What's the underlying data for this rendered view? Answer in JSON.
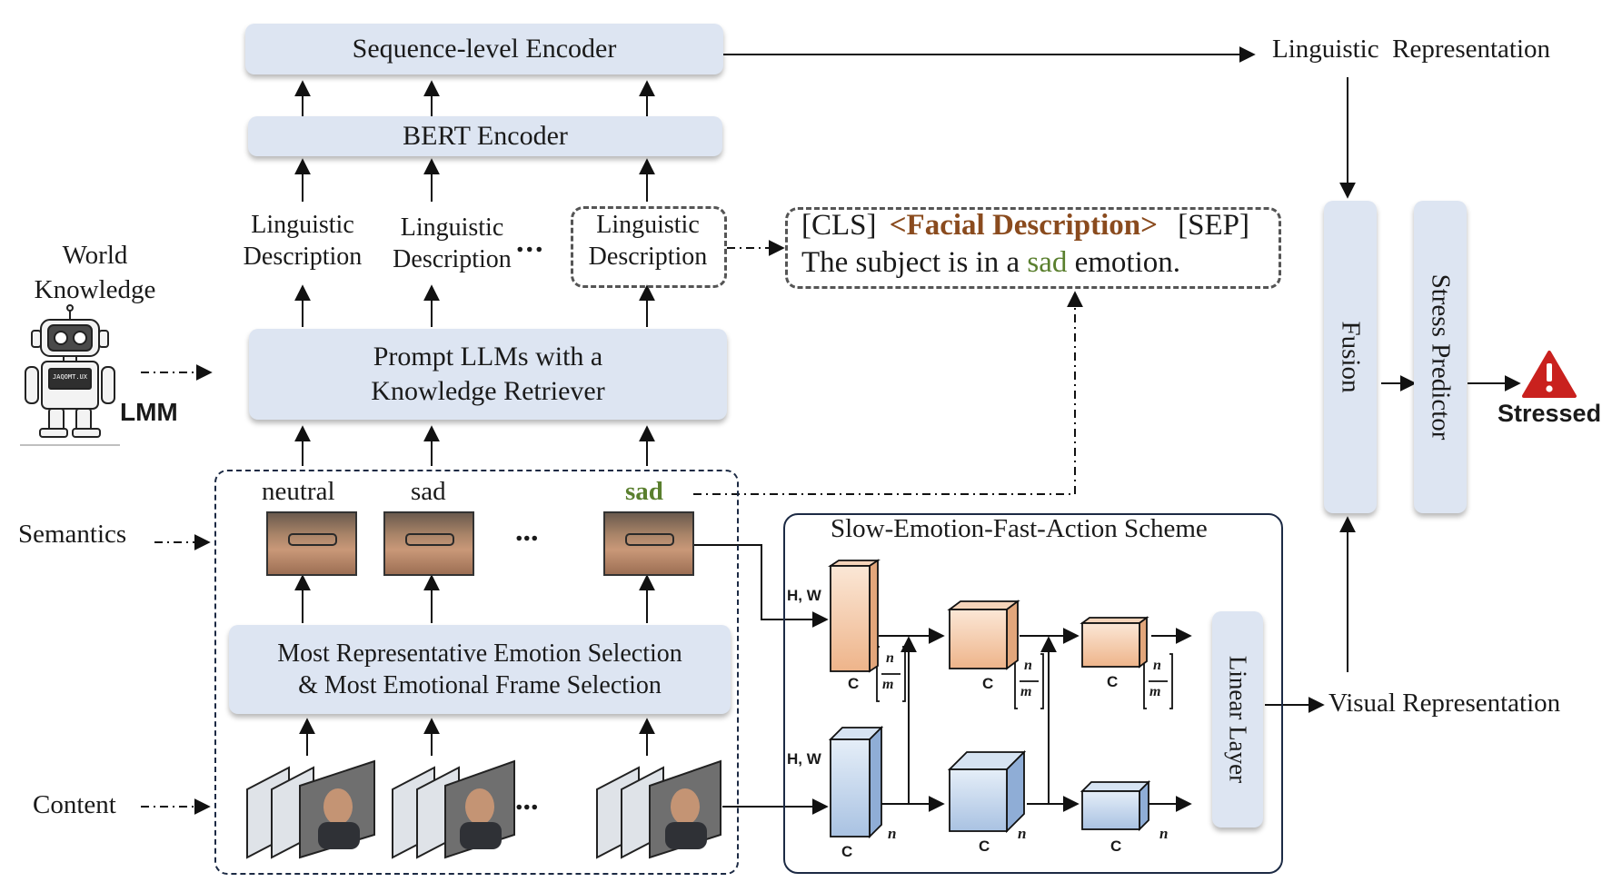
{
  "encoders": {
    "sequence": "Sequence-level Encoder",
    "bert": "BERT Encoder"
  },
  "linguistic_desc": {
    "line1": "Linguistic",
    "line2": "Description",
    "ellipsis": "..."
  },
  "template": {
    "cls": "[CLS]",
    "facial": "<Facial Description>",
    "sep": "[SEP]",
    "sentence_pre": "The subject is in a",
    "sentence_word": "sad",
    "sentence_post": "emotion."
  },
  "world_knowledge": {
    "line1": "World",
    "line2": "Knowledge",
    "lmm": "LMM",
    "robot_screen": "JAQOMT.UX"
  },
  "prompt_box": {
    "line1": "Prompt LLMs with a",
    "line2": "Knowledge Retriever"
  },
  "semantics_label": "Semantics",
  "content_label": "Content",
  "emotion_labels": [
    "neutral",
    "sad",
    "sad"
  ],
  "selection_box": {
    "line1": "Most Representative Emotion Selection",
    "line2": "& Most Emotional Frame Selection"
  },
  "scheme": {
    "title": "Slow-Emotion-Fast-Action Scheme",
    "hw": "H, W",
    "c": "C",
    "n": "n",
    "frac_num": "n",
    "frac_den": "m"
  },
  "linear_layer": "Linear Layer",
  "linguistic_rep": "Linguistic  Representation",
  "visual_rep": "Visual Representation",
  "fusion": "Fusion",
  "stress_predictor": "Stress Predictor",
  "stressed": "Stressed",
  "colors": {
    "box_fill": "#dde5f2",
    "facial_brown": "#8a4b1e",
    "sad_green": "#5a7f2e",
    "slow_peach": "#f2c7a6",
    "fast_blue": "#b8cde6",
    "warning_red": "#c9211e"
  }
}
